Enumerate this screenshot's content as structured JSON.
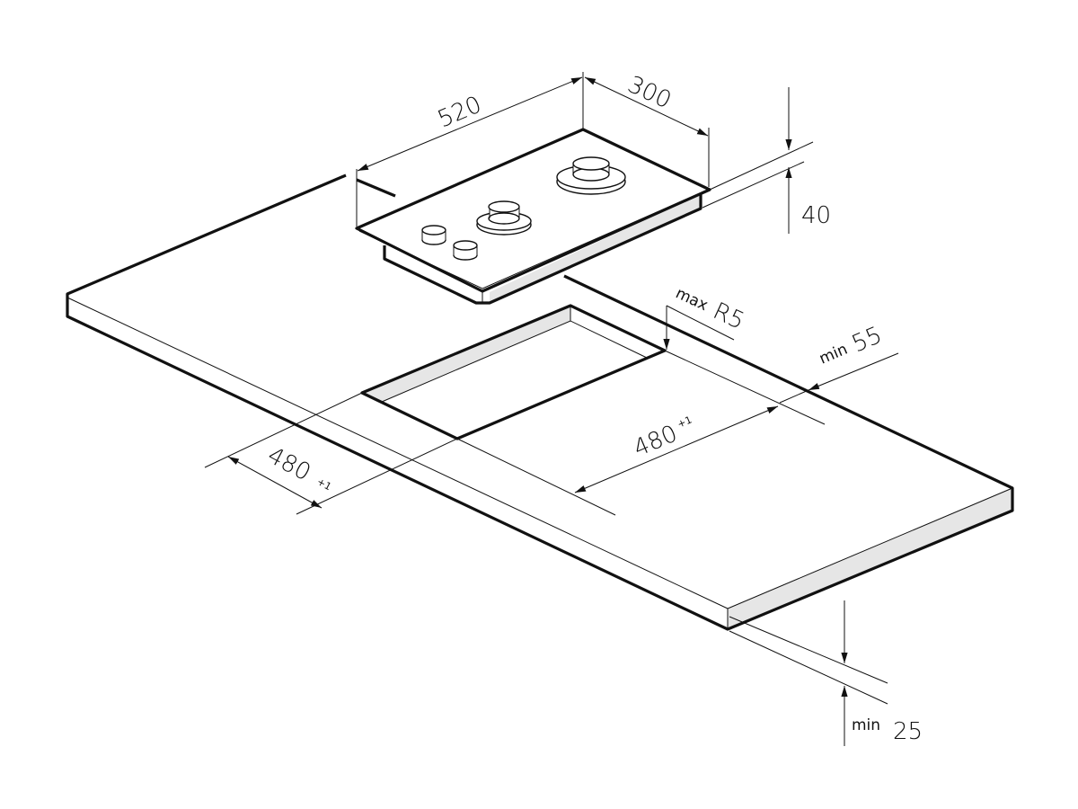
{
  "dimensions": {
    "hob_width": "520",
    "hob_depth": "300",
    "hob_height": "40",
    "corner_radius_prefix": "max",
    "corner_radius": "R5",
    "back_clearance_prefix": "min",
    "back_clearance": "55",
    "cutout_width": "480",
    "cutout_width_tol": "+1",
    "cutout_depth": "480",
    "cutout_depth_tol": "+1",
    "worktop_thickness_prefix": "min",
    "worktop_thickness": "25"
  },
  "colors": {
    "line": "#111111",
    "section_fill": "#e6e6e6"
  }
}
